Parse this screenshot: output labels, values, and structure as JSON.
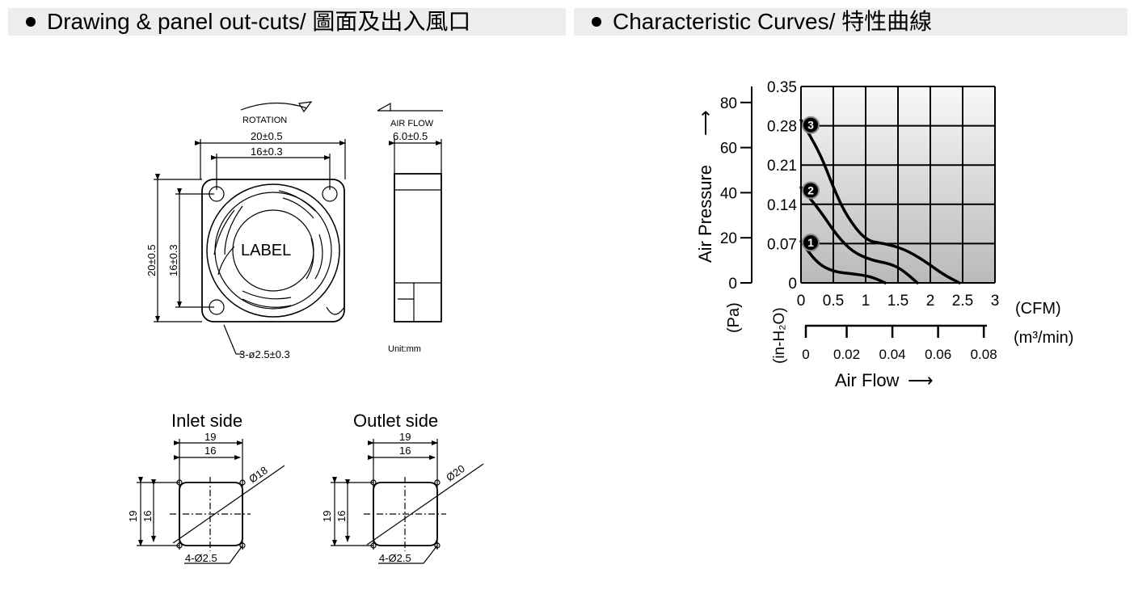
{
  "headers": {
    "left": "Drawing & panel out-cuts/ 圖面及出入風口",
    "right": "Characteristic Curves/ 特性曲線"
  },
  "drawing": {
    "rotation": "ROTATION",
    "air_flow": "AIR FLOW",
    "dim_outer_w": "20±0.5",
    "dim_inner_w": "16±0.3",
    "dim_outer_h": "20±0.5",
    "dim_inner_h": "16±0.3",
    "dim_depth": "6.0±0.5",
    "label": "LABEL",
    "holes": "3-ø2.5±0.3",
    "unit": "Unit:mm"
  },
  "cutouts": {
    "inlet": {
      "title": "Inlet side",
      "w19": "19",
      "w16": "16",
      "h19": "19",
      "h16": "16",
      "dia": "Ø18",
      "holes": "4-Ø2.5"
    },
    "outlet": {
      "title": "Outlet side",
      "w19": "19",
      "w16": "16",
      "h19": "19",
      "h16": "16",
      "dia": "Ø20",
      "holes": "4-Ø2.5"
    }
  },
  "chart_data": {
    "type": "line",
    "ylabel": "Air Pressure",
    "ylabel_unit_pa": "(Pa)",
    "ylabel_unit_inh2o": "(in-H₂O)",
    "xlabel": "Air Flow",
    "x_unit_cfm": "(CFM)",
    "x_unit_m3": "(m³/min)",
    "x_cfm_ticks": [
      "0",
      "0.5",
      "1",
      "1.5",
      "2",
      "2.5",
      "3"
    ],
    "x_m3_ticks": [
      "0",
      "0.02",
      "0.04",
      "0.06",
      "0.08"
    ],
    "y_inh2o_ticks": [
      "0",
      "0.07",
      "0.14",
      "0.21",
      "0.28",
      "0.35"
    ],
    "y_pa_ticks": [
      "0",
      "20",
      "40",
      "60",
      "80"
    ],
    "xlim_cfm": [
      0,
      3
    ],
    "ylim_inh2o": [
      0,
      0.35
    ],
    "grid": true,
    "series": [
      {
        "marker": "1",
        "x": [
          0,
          0.25,
          0.5,
          0.8,
          1.0,
          1.15,
          1.3
        ],
        "y": [
          0.074,
          0.035,
          0.02,
          0.016,
          0.013,
          0.008,
          0.0
        ]
      },
      {
        "marker": "2",
        "x": [
          0,
          0.3,
          0.55,
          0.8,
          1.1,
          1.35,
          1.55,
          1.8
        ],
        "y": [
          0.17,
          0.128,
          0.085,
          0.055,
          0.04,
          0.035,
          0.025,
          0.0
        ]
      },
      {
        "marker": "3",
        "x": [
          0,
          0.3,
          0.5,
          0.7,
          1.0,
          1.3,
          1.6,
          1.9,
          2.2,
          2.45
        ],
        "y": [
          0.29,
          0.23,
          0.17,
          0.12,
          0.075,
          0.07,
          0.06,
          0.04,
          0.015,
          0.0
        ]
      }
    ]
  }
}
